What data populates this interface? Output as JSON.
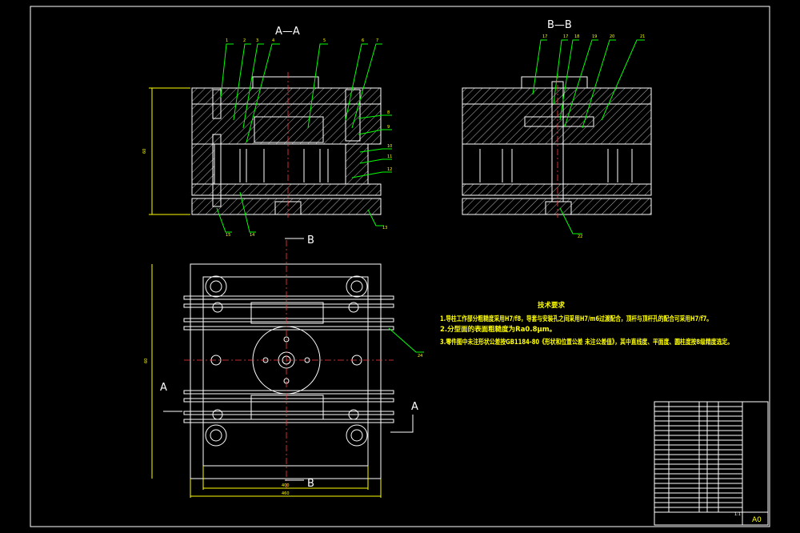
{
  "drawing": {
    "section_aa_title": "A—A",
    "section_bb_title": "B—B",
    "colors": {
      "background": "#000000",
      "outline": "#ffffff",
      "leader": "#00ff00",
      "centerline": "#ff3b3b",
      "text": "#ffff00"
    }
  },
  "section_aa": {
    "part_labels_top": [
      "1",
      "2",
      "3",
      "4",
      "5",
      "6",
      "7"
    ],
    "part_labels_right": [
      "8",
      "9",
      "10",
      "11",
      "12",
      "13"
    ],
    "part_labels_bottom": [
      "15",
      "14"
    ],
    "height_dim": "60"
  },
  "section_bb": {
    "part_labels_top": [
      "17",
      "17",
      "18",
      "19",
      "20",
      "21"
    ],
    "part_labels_bottom": [
      "22"
    ]
  },
  "plan_view": {
    "cut_a_label": "A",
    "cut_b_label": "B",
    "side_dim": "60",
    "bottom_dim_inner": "400",
    "bottom_dim_outer": "460",
    "leader_label": "24"
  },
  "notes": {
    "heading": "技术要求",
    "lines": [
      "1.导柱工作部分粗糙度采用H7/f8，导套与安装孔之间采用H7/m6过渡配合，顶杆与顶杆孔的配合可采用H7/f7。",
      "2.分型面的表面粗糙度为Ra0.8μm。",
      "3.零件图中未注形状公差按GB1184-80《形状和位置公差 未注公差值》，其中直线度、平面度、圆柱度按8级精度选定。"
    ]
  },
  "title_block": {
    "scale": "1:1",
    "sheet_size": "A0"
  }
}
